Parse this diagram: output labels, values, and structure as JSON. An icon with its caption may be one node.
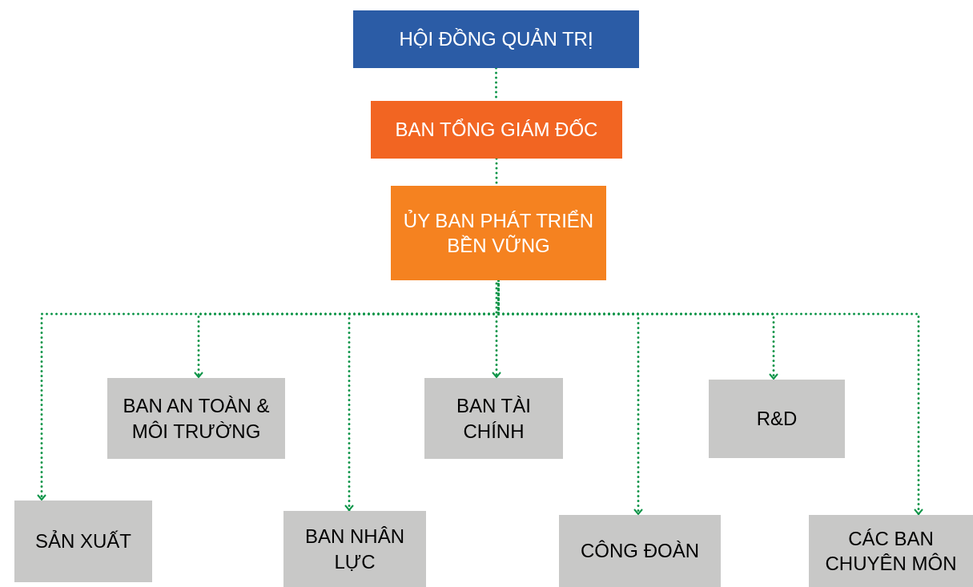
{
  "diagram": {
    "nodes": [
      {
        "text": [
          "HỘI ĐỒNG QUẢN TRỊ"
        ]
      },
      {
        "text": [
          "BAN TỔNG GIÁM ĐỐC"
        ]
      },
      {
        "text": [
          "ỦY BAN PHÁT TRIỂN BỀN VỮNG"
        ]
      },
      {
        "text": [
          "BAN AN TOÀN & MÔI TRƯỜNG"
        ]
      },
      {
        "text": [
          "BAN TÀI CHÍNH"
        ]
      },
      {
        "text": [
          "R&D"
        ]
      },
      {
        "text": [
          "SẢN XUẤT"
        ]
      },
      {
        "text": [
          "BAN NHÂN LỰC"
        ]
      },
      {
        "text": [
          "CÔNG ĐOÀN"
        ]
      },
      {
        "text": [
          "CÁC BAN CHUYÊN MÔN"
        ]
      }
    ],
    "edges": [
      {
        "from": 0,
        "to": 1,
        "arrow": "none",
        "style": "dashed"
      },
      {
        "from": 1,
        "to": 2,
        "arrow": "none",
        "style": "dashed"
      },
      {
        "from": 2,
        "to": 6,
        "arrow": "to",
        "style": "dashed"
      },
      {
        "from": 2,
        "to": 3,
        "arrow": "to",
        "style": "dashed"
      },
      {
        "from": 2,
        "to": 7,
        "arrow": "to",
        "style": "dashed"
      },
      {
        "from": 2,
        "to": 4,
        "arrow": "to",
        "style": "dashed"
      },
      {
        "from": 2,
        "to": 8,
        "arrow": "to",
        "style": "dashed"
      },
      {
        "from": 2,
        "to": 5,
        "arrow": "to",
        "style": "dashed"
      },
      {
        "from": 2,
        "to": 9,
        "arrow": "to",
        "style": "dashed"
      }
    ]
  }
}
